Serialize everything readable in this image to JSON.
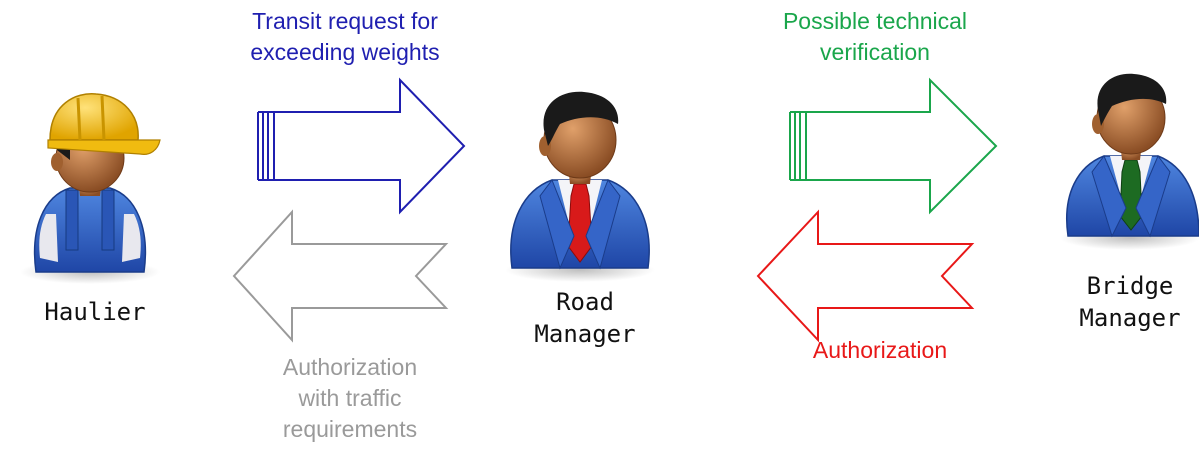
{
  "actors": {
    "haulier": {
      "name": "Haulier"
    },
    "road_manager": {
      "name": "Road\nManager"
    },
    "bridge_manager": {
      "name": "Bridge\nManager"
    }
  },
  "messages": {
    "transit_request": {
      "text": "Transit request for\nexceeding weights",
      "color": "#1f1fb0"
    },
    "technical_verification": {
      "text": "Possible technical\nverification",
      "color": "#1aa64b"
    },
    "authorization_traffic": {
      "text": "Authorization\nwith traffic\nrequirements",
      "color": "#9a9a9a"
    },
    "authorization": {
      "text": "Authorization",
      "color": "#e81818"
    }
  },
  "colors": {
    "helmet": "#f2c318",
    "suit": "#2f5fc4",
    "skin": "#b8713c",
    "hair": "#1a1a1a",
    "road_manager_tie": "#d81a1a",
    "bridge_manager_tie": "#1d6b22"
  }
}
